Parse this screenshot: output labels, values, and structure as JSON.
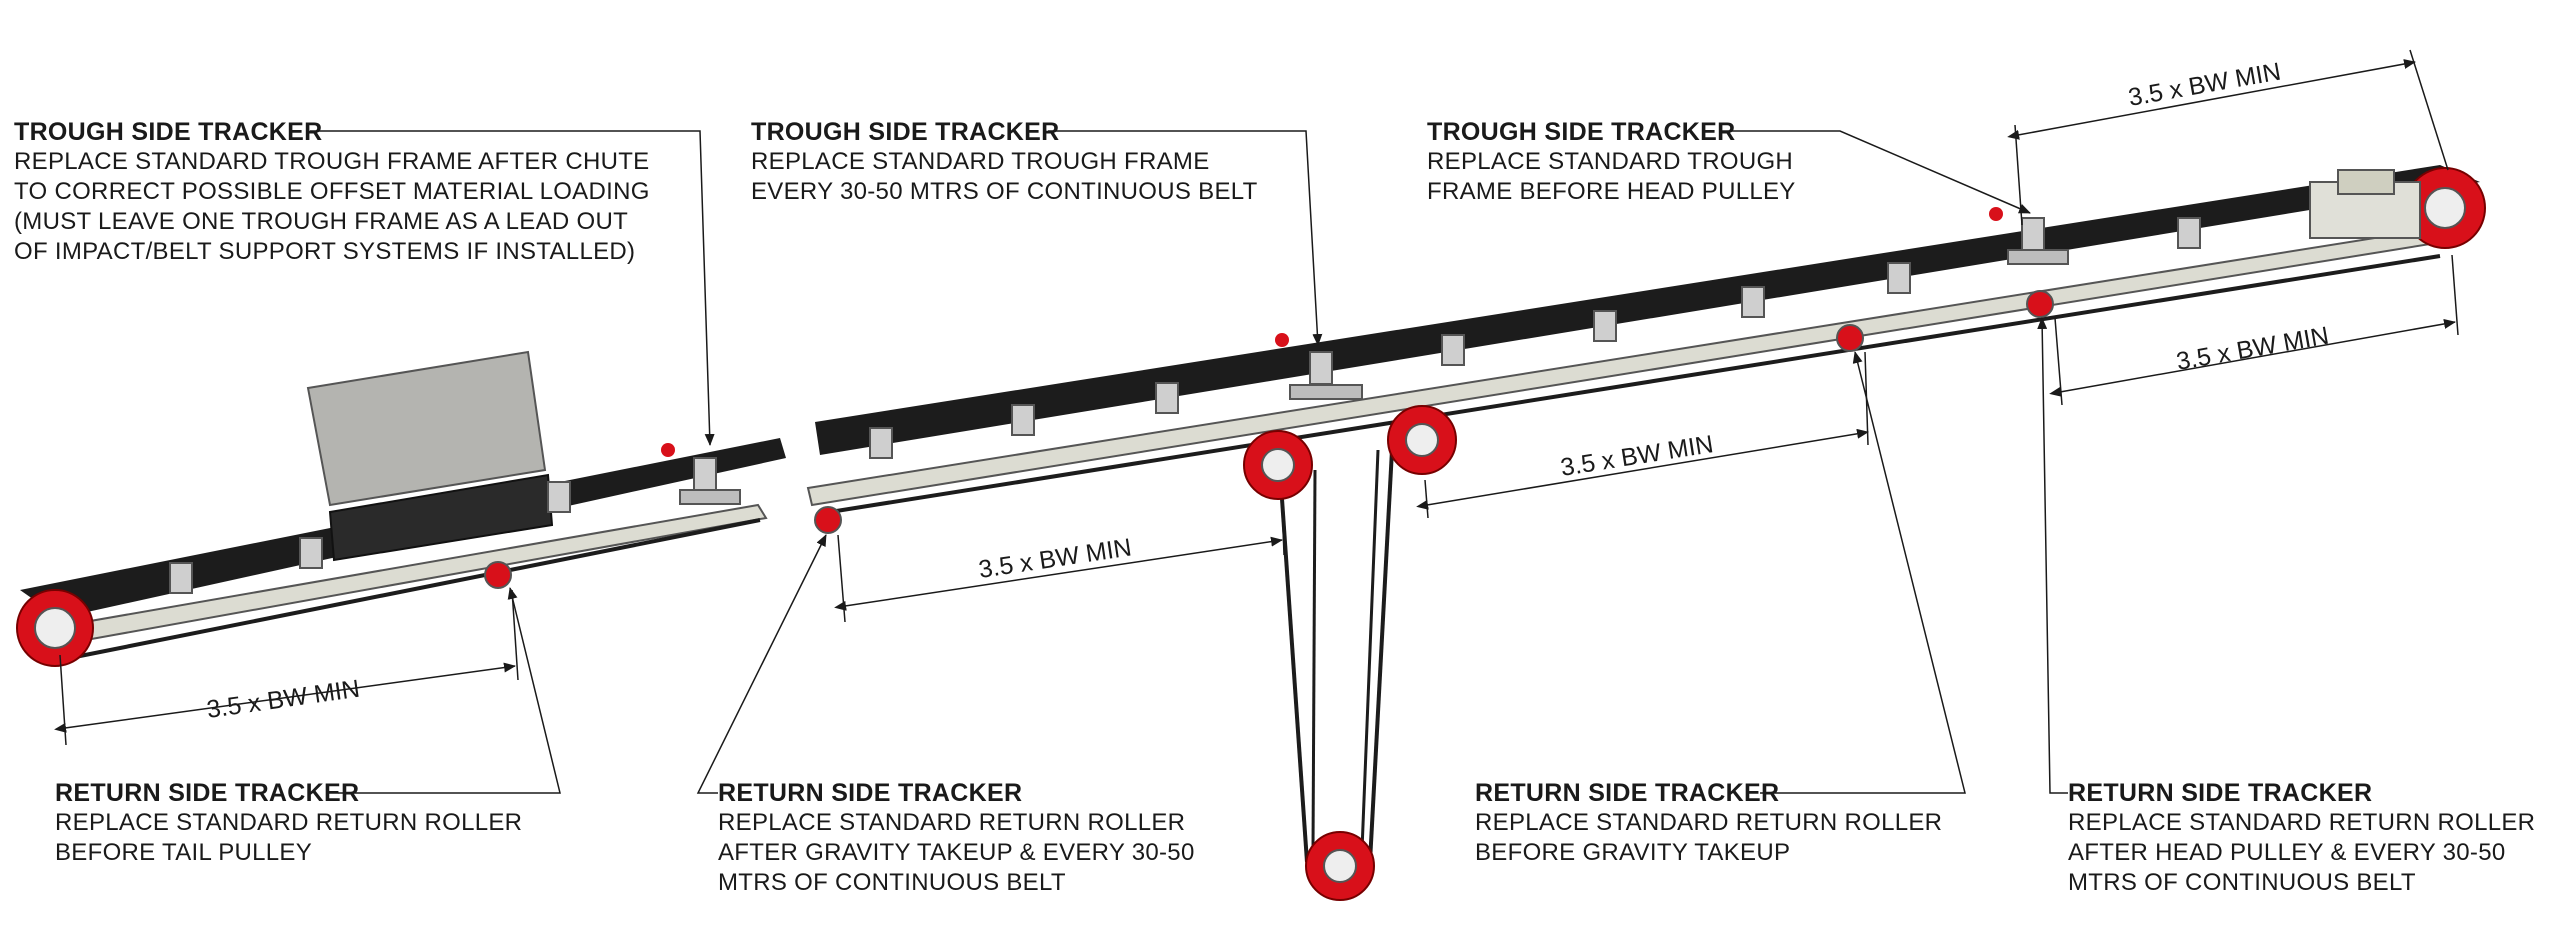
{
  "notes": {
    "trough_1": {
      "title": "TROUGH SIDE TRACKER",
      "body": "REPLACE STANDARD TROUGH FRAME AFTER CHUTE\nTO CORRECT POSSIBLE OFFSET MATERIAL LOADING\n(MUST LEAVE ONE TROUGH FRAME AS A LEAD OUT\nOF IMPACT/BELT SUPPORT SYSTEMS IF INSTALLED)"
    },
    "trough_2": {
      "title": "TROUGH SIDE TRACKER",
      "body": "REPLACE STANDARD TROUGH FRAME\nEVERY 30-50 MTRS OF CONTINUOUS BELT"
    },
    "trough_3": {
      "title": "TROUGH SIDE TRACKER",
      "body": "REPLACE STANDARD TROUGH\nFRAME BEFORE HEAD PULLEY"
    },
    "return_1": {
      "title": "RETURN SIDE TRACKER",
      "body": "REPLACE STANDARD RETURN ROLLER\nBEFORE TAIL PULLEY"
    },
    "return_2": {
      "title": "RETURN SIDE TRACKER",
      "body": "REPLACE STANDARD RETURN ROLLER\nAFTER GRAVITY TAKEUP & EVERY 30-50\nMTRS OF CONTINUOUS BELT"
    },
    "return_3": {
      "title": "RETURN SIDE TRACKER",
      "body": "REPLACE STANDARD RETURN ROLLER\nBEFORE GRAVITY TAKEUP"
    },
    "return_4": {
      "title": "RETURN SIDE TRACKER",
      "body": "REPLACE STANDARD RETURN ROLLER\nAFTER HEAD PULLEY & EVERY 30-50\nMTRS OF CONTINUOUS BELT"
    }
  },
  "dimensions": {
    "d1": "3.5 x BW MIN",
    "d2": "3.5 x BW MIN",
    "d3": "3.5 x BW MIN",
    "d4": "3.5 x BW MIN",
    "d5": "3.5 x BW MIN"
  },
  "colors": {
    "belt": "#1c1c1c",
    "frame": "#dcdcd2",
    "pulley": "#d8101a",
    "idler": "#b8b8b8",
    "chute": "#b4b4b0"
  }
}
